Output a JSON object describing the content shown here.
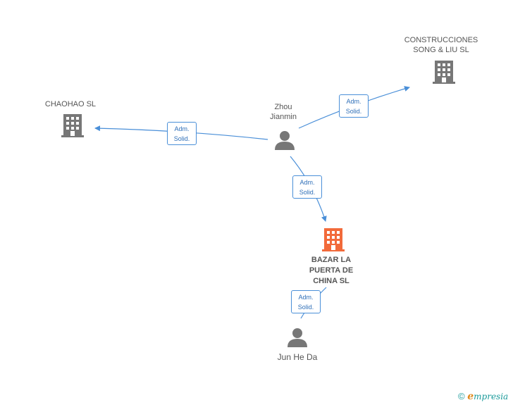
{
  "nodes": {
    "construcciones": {
      "line1": "CONSTRUCCIONES",
      "line2": "SONG & LIU SL"
    },
    "chaohao": {
      "label": "CHAOHAO SL"
    },
    "zhou": {
      "line1": "Zhou",
      "line2": "Jianmin"
    },
    "bazar": {
      "line1": "BAZAR LA",
      "line2": "PUERTA DE",
      "line3": "CHINA SL"
    },
    "jun": {
      "label": "Jun He Da"
    }
  },
  "edges": {
    "e1": {
      "line1": "Adm.",
      "line2": "Solid."
    },
    "e2": {
      "line1": "Adm.",
      "line2": "Solid."
    },
    "e3": {
      "line1": "Adm.",
      "line2": "Solid."
    },
    "e4": {
      "line1": "Adm.",
      "line2": "Solid."
    }
  },
  "colors": {
    "company": "#777777",
    "focus_company": "#f26a3a",
    "person": "#777777",
    "edge": "#4a8fd8"
  },
  "footer": {
    "copyright": "©",
    "brand_e": "e",
    "brand_rest": "mpresia"
  }
}
